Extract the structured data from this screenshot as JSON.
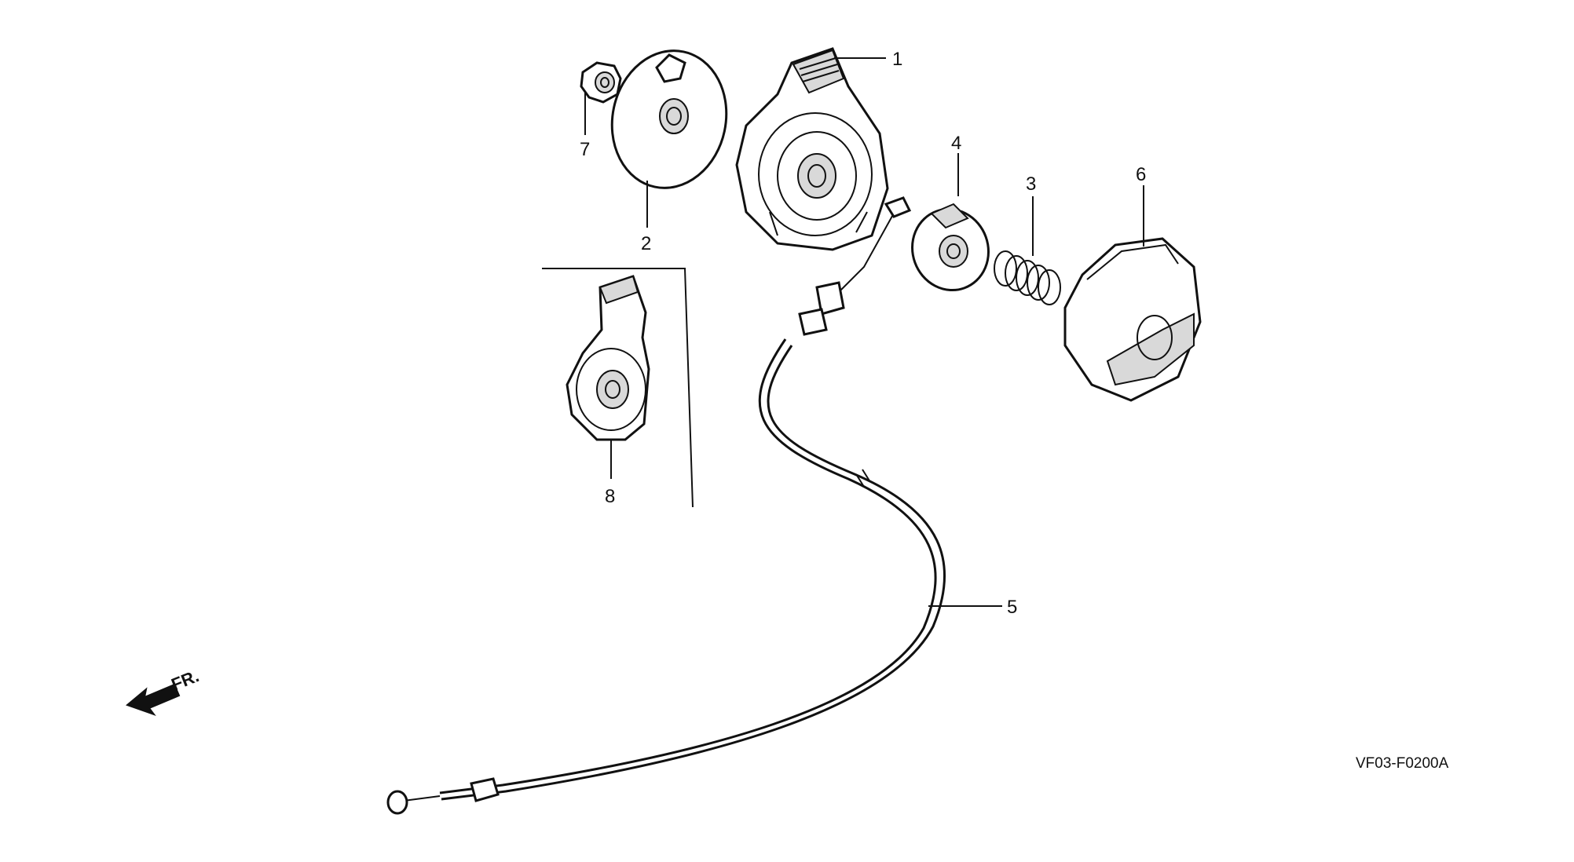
{
  "callouts": [
    {
      "id": "1",
      "text": "1"
    },
    {
      "id": "2",
      "text": "2"
    },
    {
      "id": "3",
      "text": "3"
    },
    {
      "id": "4",
      "text": "4"
    },
    {
      "id": "5",
      "text": "5"
    },
    {
      "id": "6",
      "text": "6"
    },
    {
      "id": "7",
      "text": "7"
    },
    {
      "id": "8",
      "text": "8"
    }
  ],
  "direction_label": "FR.",
  "figure_code": "VF03-F0200A"
}
